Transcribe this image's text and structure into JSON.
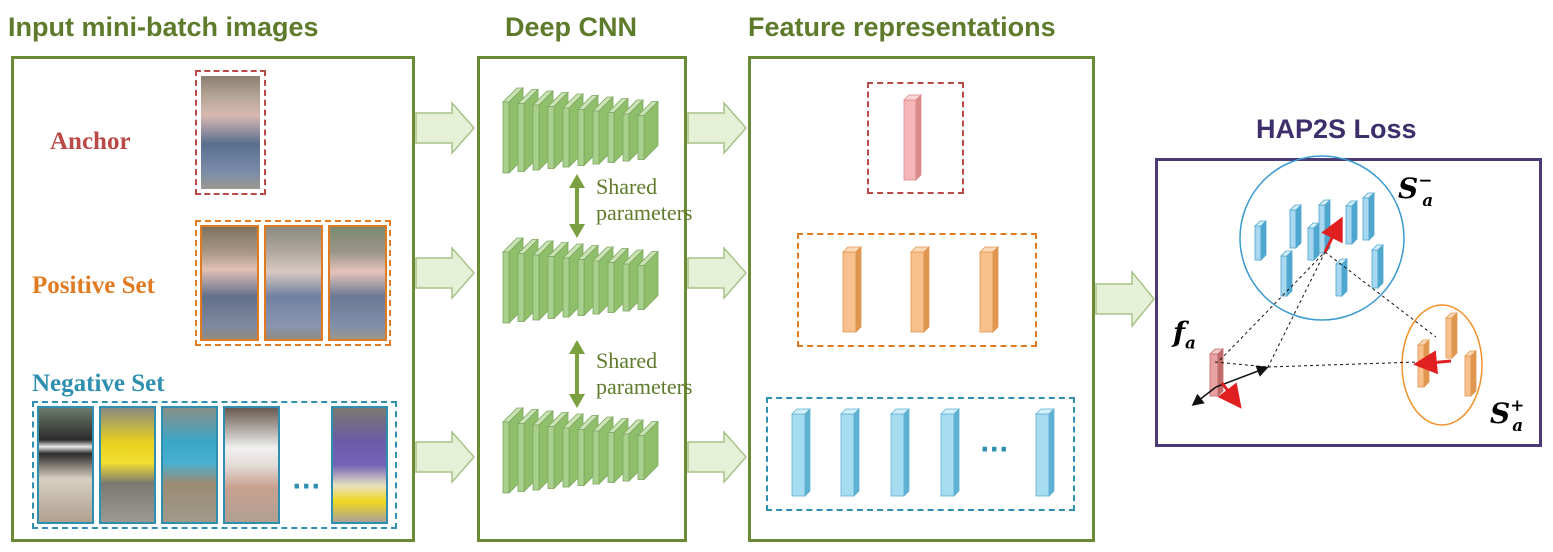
{
  "titles": {
    "input": "Input mini-batch images",
    "cnn": "Deep CNN",
    "features": "Feature representations",
    "loss": "HAP2S Loss"
  },
  "labels": {
    "anchor": "Anchor",
    "positive": "Positive Set",
    "negative": "Negative Set",
    "negative_ellipsis": "···",
    "feature_ellipsis": "···"
  },
  "shared_parameters": [
    "Shared parameters",
    "Shared parameters"
  ],
  "math": {
    "fa": "f",
    "fa_sub": "a",
    "sneg": "S",
    "sneg_sub": "a",
    "sneg_sup": "−",
    "spos": "S",
    "spos_sub": "a",
    "spos_sup": "+"
  },
  "colors": {
    "panel_border": "#6b8a35",
    "title": "#5e7a2b",
    "anchor": "#b94a48",
    "positive": "#e07b22",
    "negative": "#2f8fb0",
    "loss_border": "#4b3a73",
    "cnn_fill": "#a9d18e",
    "feature_red": "#f4b6b6",
    "feature_orange": "#f8c08c",
    "feature_blue": "#a6dcf0"
  }
}
